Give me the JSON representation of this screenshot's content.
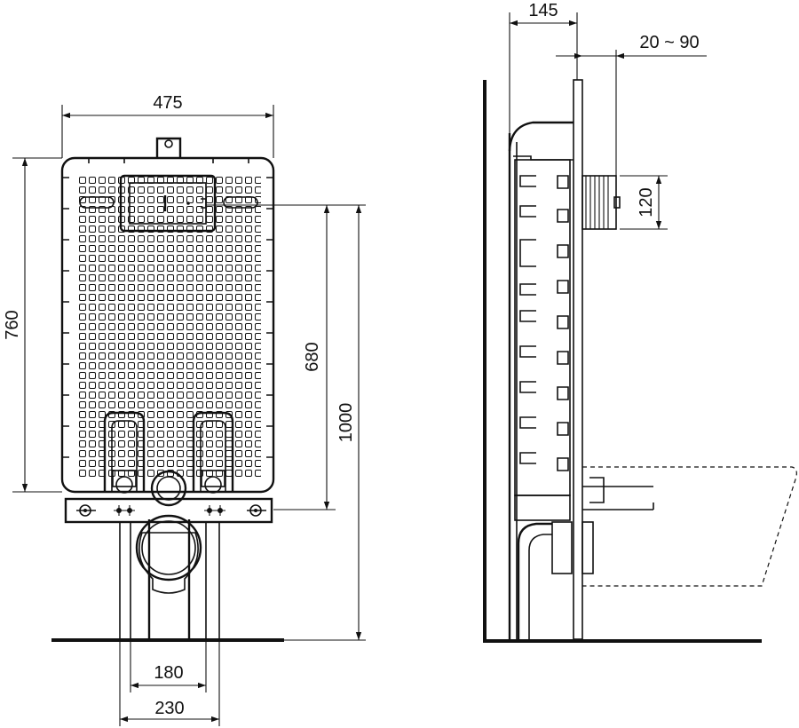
{
  "drawing": {
    "front_view": {
      "dim_width_total": "475",
      "dim_height_frame": "760",
      "dim_height_outlet": "680",
      "dim_height_top": "1000",
      "dim_leg_inner": "180",
      "dim_leg_outer": "230"
    },
    "side_view": {
      "dim_depth": "145",
      "dim_wall_range": "20 ~ 90",
      "dim_pipe_height": "120"
    }
  }
}
